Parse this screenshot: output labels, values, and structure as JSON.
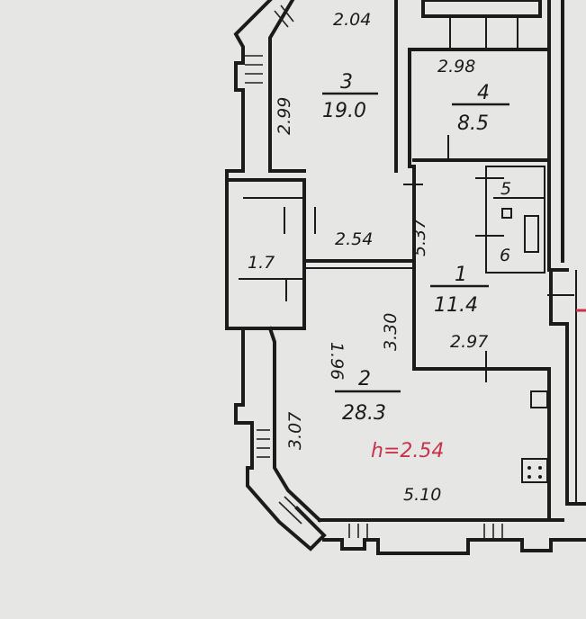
{
  "rooms": [
    {
      "number": "3",
      "area": "19.0"
    },
    {
      "number": "4",
      "area": "8.5"
    },
    {
      "number": "1",
      "area": "11.4"
    },
    {
      "number": "2",
      "area": "28.3"
    },
    {
      "number": "5"
    },
    {
      "number": "6"
    }
  ],
  "dimensions": [
    "2.04",
    "2.99",
    "2.98",
    "5.37",
    "2.54",
    "1.96",
    "3.30",
    "2.97",
    "3.07",
    "5.10",
    "1.7"
  ],
  "ceiling_height": "h=2.54",
  "colors": {
    "ink": "#1b1b1b",
    "red_annotation": "#c8324a",
    "paper": "#e6e7e4"
  }
}
